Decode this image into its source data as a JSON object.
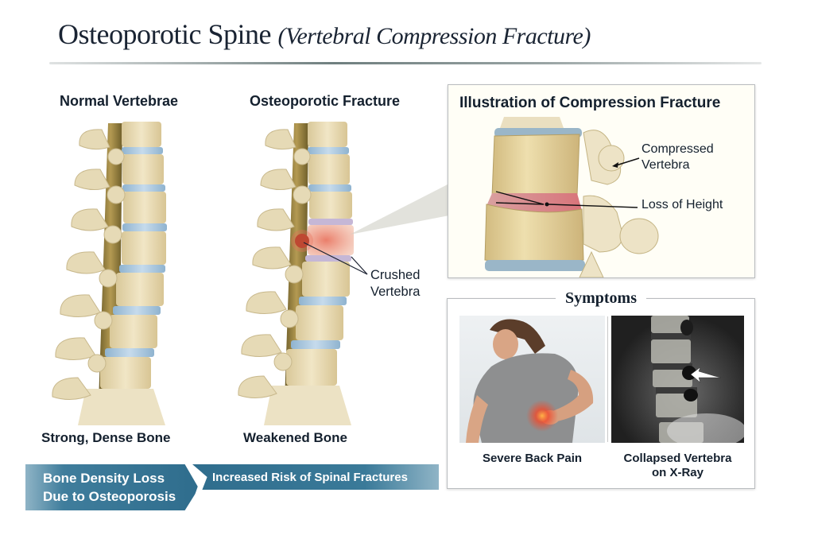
{
  "header": {
    "title_main": "Osteoporotic Spine",
    "title_sub": "(Vertebral Compression Fracture)"
  },
  "columns": [
    {
      "heading": "Normal Vertebrae",
      "caption": "Strong, Dense Bone"
    },
    {
      "heading": "Osteoporotic Fracture",
      "caption": "Weakened Bone",
      "callout": [
        "Crushed",
        "Vertebra"
      ]
    }
  ],
  "illustration_panel": {
    "title": "Illustration of Compression Fracture",
    "labels": {
      "compressed": [
        "Compressed",
        "Vertebra"
      ],
      "loss_of_height": "Loss of Height"
    }
  },
  "symptoms_panel": {
    "title": "Symptoms",
    "items": [
      {
        "caption": [
          "Severe Back Pain"
        ],
        "image": "woman-back-pain-photo"
      },
      {
        "caption": [
          "Collapsed Vertebra",
          "on X-Ray"
        ],
        "image": "spine-xray-image"
      }
    ]
  },
  "banner": {
    "left": [
      "Bone Density Loss",
      "Due to Osteoporosis"
    ],
    "right": "Increased Risk of Spinal Fractures"
  },
  "colors": {
    "bone": "#e8dcb8",
    "disc": "#a9c9e0",
    "fracture": "#e8836f",
    "banner": "#2f6d8d",
    "text": "#14202e"
  }
}
